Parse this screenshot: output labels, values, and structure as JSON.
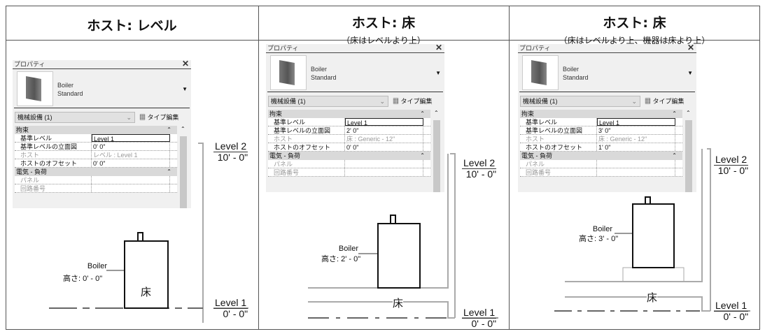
{
  "panels": [
    {
      "title": "ホスト: レベル",
      "subtitle": "",
      "props": {
        "title": "プロパティ",
        "family": "Boiler",
        "type": "Standard",
        "category": "機械設備 (1)",
        "edit_type": "タイプ編集",
        "group1": "拘束",
        "rows": [
          {
            "k": "基準レベル",
            "v": "Level 1"
          },
          {
            "k": "基準レベルの立面図",
            "v": "0'  0\""
          },
          {
            "k": "ホスト",
            "v": "レベル : Level 1"
          },
          {
            "k": "ホストのオフセット",
            "v": "0'  0\""
          }
        ],
        "group2": "電気 - 負荷",
        "rows2": [
          {
            "k": "パネル",
            "v": ""
          },
          {
            "k": "回路番号",
            "v": ""
          }
        ]
      },
      "boiler_label": "Boiler",
      "height_label": "高さ: 0' - 0\"",
      "floor": "床",
      "level2": {
        "name": "Level 2",
        "value": "10' - 0\""
      },
      "level1": {
        "name": "Level 1",
        "value": "0' - 0\""
      }
    },
    {
      "title": "ホスト: 床",
      "subtitle": "（床はレベルより上）",
      "props": {
        "title": "プロパティ",
        "family": "Boiler",
        "type": "Standard",
        "category": "機械設備 (1)",
        "edit_type": "タイプ編集",
        "group1": "拘束",
        "rows": [
          {
            "k": "基準レベル",
            "v": "Level 1"
          },
          {
            "k": "基準レベルの立面図",
            "v": "2'  0\""
          },
          {
            "k": "ホスト",
            "v": "床 : Generic - 12\""
          },
          {
            "k": "ホストのオフセット",
            "v": "0'  0\""
          }
        ],
        "group2": "電気 - 負荷",
        "rows2": [
          {
            "k": "パネル",
            "v": ""
          },
          {
            "k": "回路番号",
            "v": ""
          }
        ]
      },
      "boiler_label": "Boiler",
      "height_label": "高さ: 2' - 0\"",
      "floor": "床",
      "level2": {
        "name": "Level 2",
        "value": "10' - 0\""
      },
      "level1": {
        "name": "Level 1",
        "value": "0' - 0\""
      }
    },
    {
      "title": "ホスト: 床",
      "subtitle": "（床はレベルより上、機器は床より上）",
      "props": {
        "title": "プロパティ",
        "family": "Boiler",
        "type": "Standard",
        "category": "機械設備 (1)",
        "edit_type": "タイプ編集",
        "group1": "拘束",
        "rows": [
          {
            "k": "基準レベル",
            "v": "Level 1"
          },
          {
            "k": "基準レベルの立面図",
            "v": "3'  0\""
          },
          {
            "k": "ホスト",
            "v": "床 : Generic - 12\""
          },
          {
            "k": "ホストのオフセット",
            "v": "1'  0\""
          }
        ],
        "group2": "電気 - 負荷",
        "rows2": [
          {
            "k": "パネル",
            "v": ""
          },
          {
            "k": "回路番号",
            "v": ""
          }
        ]
      },
      "boiler_label": "Boiler",
      "height_label": "高さ: 3' - 0\"",
      "floor": "床",
      "level2": {
        "name": "Level 2",
        "value": "10' - 0\""
      },
      "level1": {
        "name": "Level 1",
        "value": "0' - 0\""
      }
    }
  ]
}
